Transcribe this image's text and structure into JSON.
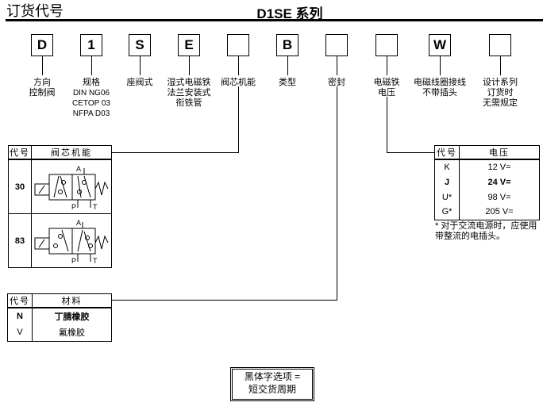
{
  "header": {
    "title": "订货代号",
    "series": "D1SE 系列"
  },
  "code_boxes": [
    "D",
    "1",
    "S",
    "E",
    "",
    "B",
    "",
    "",
    "W",
    ""
  ],
  "labels": [
    [
      "方向",
      "控制阀"
    ],
    [
      "规格",
      "DIN NG06",
      "CETOP 03",
      "NFPA D03"
    ],
    [
      "座阀式"
    ],
    [
      "湿式电磁铁",
      "法兰安装式",
      "衔铁管"
    ],
    [
      "阀芯机能"
    ],
    [
      "类型"
    ],
    [
      "密封"
    ],
    [
      "电磁铁",
      "电压"
    ],
    [
      "电磁线圈接线",
      "不带插头"
    ],
    [
      "设计系列",
      "订货时",
      "无需规定"
    ]
  ],
  "spool_table": {
    "headers": [
      "代号",
      "阀芯机能"
    ],
    "rows": [
      {
        "code": "30",
        "port_a": "A",
        "port_p": "P",
        "port_t": "T"
      },
      {
        "code": "83",
        "port_a": "A",
        "port_p": "P",
        "port_t": "T"
      }
    ]
  },
  "voltage_table": {
    "headers": [
      "代号",
      "电压"
    ],
    "rows": [
      {
        "code": "K",
        "value": "12 V="
      },
      {
        "code": "J",
        "value": "24 V=",
        "bold": true
      },
      {
        "code": "U*",
        "value": "98 V="
      },
      {
        "code": "G*",
        "value": "205 V="
      }
    ],
    "footnote": "* 对于交流电源时，应使用带整流的电插头。"
  },
  "seal_table": {
    "headers": [
      "代号",
      "材料"
    ],
    "rows": [
      {
        "code": "N",
        "value": "丁腈橡胶",
        "bold": true
      },
      {
        "code": "V",
        "value": "氟橡胶"
      }
    ]
  },
  "legend": {
    "line1": "黑体字选项 =",
    "line2": "短交货周期"
  }
}
